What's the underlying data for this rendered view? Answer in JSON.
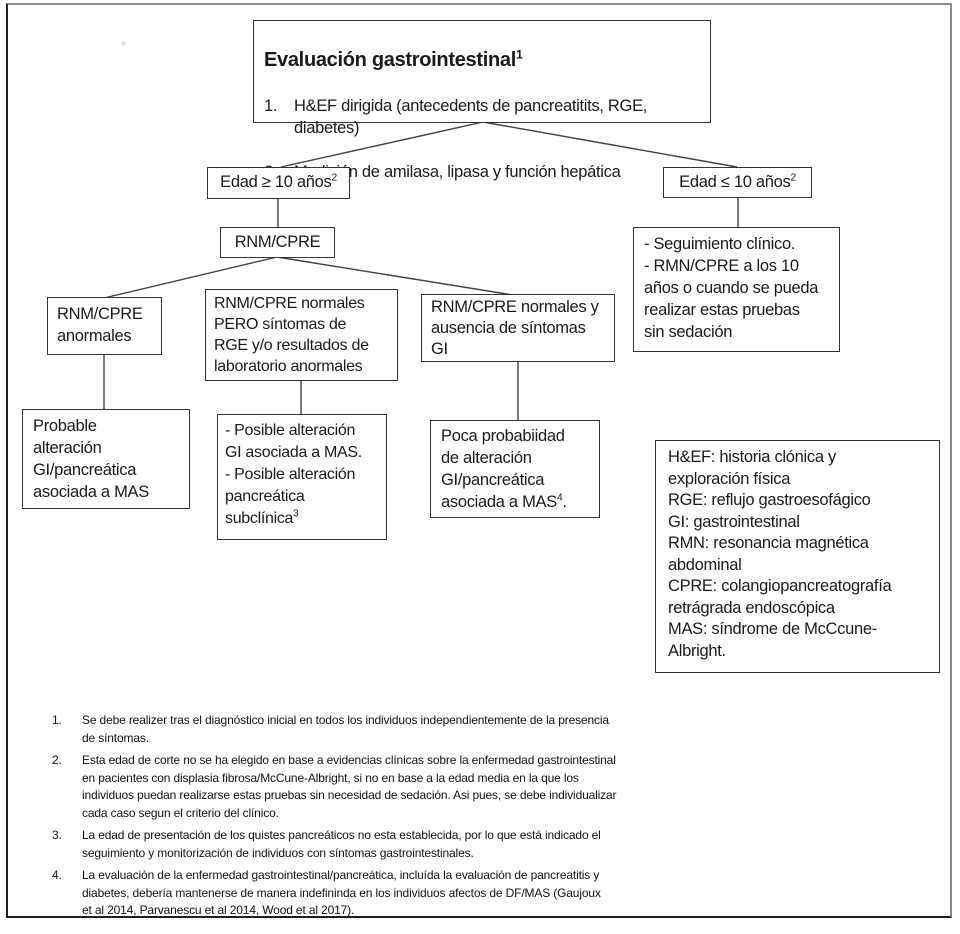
{
  "diagram": {
    "root": {
      "title": "Evaluación gastrointestinal",
      "title_sup": "1",
      "items": [
        {
          "num": "1.",
          "text": "H&EF dirigida (antecedents de pancreatitits, RGE,\ndiabetes)"
        },
        {
          "num": "2.",
          "text": "Medición de amilasa, lipasa y función hepática"
        }
      ]
    },
    "edad_ge": {
      "text": "Edad ≥ 10 años",
      "sup": "2"
    },
    "edad_le": {
      "text": "Edad ≤ 10 años",
      "sup": "2"
    },
    "rnm_cpre": {
      "text": "RNM/CPRE"
    },
    "anormales": {
      "text": "RNM/CPRE\nanormales"
    },
    "normales_pero": {
      "text": "RNM/CPRE normales\nPERO síntomas de\nRGE y/o resultados de\nlaboratorio anormales"
    },
    "normales_ausencia": {
      "text": "RNM/CPRE normales y\nausencia de síntomas\nGI"
    },
    "probable": {
      "text": "Probable\nalteración\nGI/pancreática\nasociada a MAS"
    },
    "posible": {
      "text": "- Posible alteración\nGI asociada a MAS.\n- Posible alteración\npancreática\nsubclínica",
      "sup": "3"
    },
    "poca": {
      "text": "Poca probabiidad\nde alteración\nGI/pancreática\nasociada a MAS",
      "sup": "4",
      "tail": "."
    },
    "seguimiento": {
      "text": "- Seguimiento clínico.\n- RMN/CPRE a los 10\naños o cuando se pueda\nrealizar estas pruebas\nsin sedación"
    }
  },
  "legend": {
    "text": "H&EF: historia clónica y\nexploración física\nRGE: reflujo gastroesofágico\nGI: gastrointestinal\nRMN: resonancia magnética\nabdominal\nCPRE: colangiopancreatografía\nretrágrada endoscópica\nMAS: síndrome de McCcune-\nAlbright."
  },
  "footnotes": [
    {
      "num": "1.",
      "text": "Se debe realizer tras el diagnóstico inicial en todos los individuos independientemente de la presencia\nde síntomas."
    },
    {
      "num": "2.",
      "text": "Esta edad de corte no se ha elegido en base a evidencias clínicas sobre la enfermedad gastrointestinal\nen pacientes con displasia fibrosa/McCune-Albright, si no en base a la edad media en la que los\nindividuos puedan realizarse estas pruebas sin necesidad de sedación. Asi pues, se debe individualizar\ncada caso segun el criterio del clínico."
    },
    {
      "num": "3.",
      "text": "La edad de presentación de los quistes pancreáticos no esta establecida, por lo que está indicado el\nseguimiento y monitorización de individuos con síntomas gastrointestinales."
    },
    {
      "num": "4.",
      "text": "La evaluación de la enfermedad gastrointestinal/pancreática, incluída la evaluación de pancreatitis y\ndiabetes,  debería mantenerse de manera indefininda en los individuos afectos de DF/MAS (Gaujoux\net al 2014,  Parvanescu et al 2014, Wood et al 2017)."
    }
  ],
  "colors": {
    "connector": "#404040",
    "box_border": "#333333",
    "frame_dark": "#1f1f1f",
    "frame_gray": "#8a8a8a",
    "text": "#1a1a1a"
  }
}
